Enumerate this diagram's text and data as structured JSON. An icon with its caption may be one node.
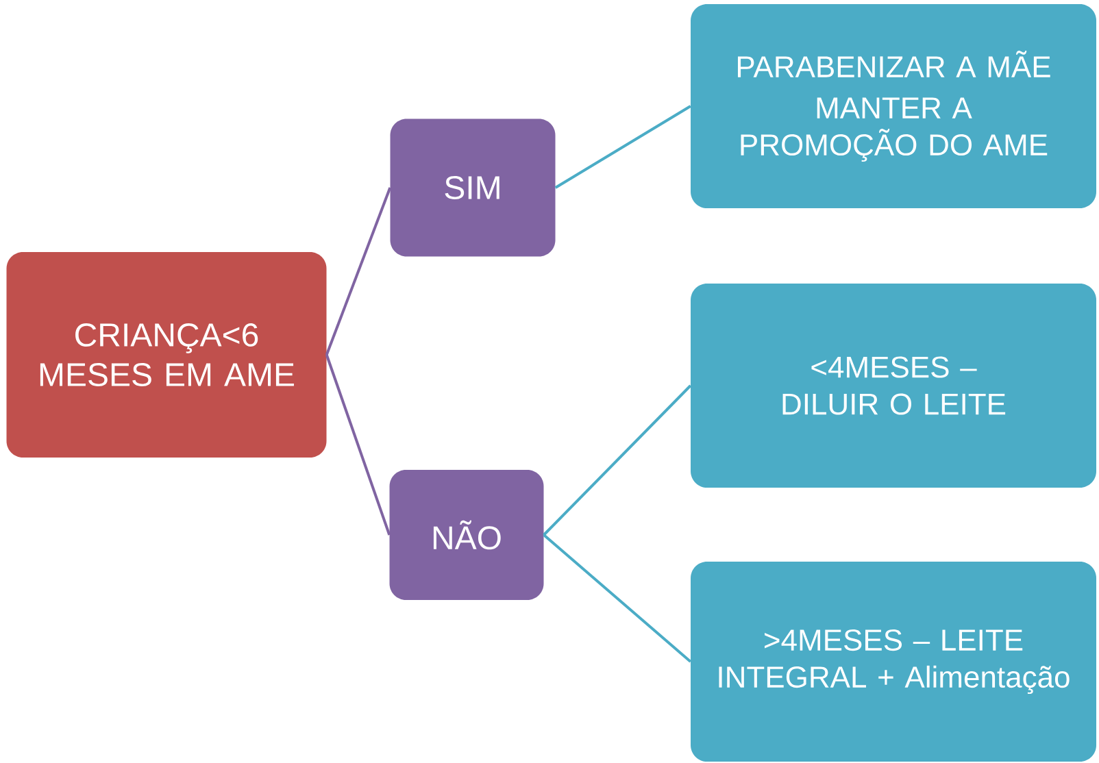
{
  "diagram": {
    "nodes": [
      {
        "text": [
          "CRIANÇA<6 MESES EM AME"
        ]
      },
      {
        "text": [
          "SIM"
        ]
      },
      {
        "text": [
          "NÃO"
        ]
      },
      {
        "text": [
          "PARABENIZAR A MÃE",
          "MANTER A PROMOÇÃO DO AME"
        ]
      },
      {
        "text": [
          "<4MESES – DILUIR O LEITE"
        ]
      },
      {
        "text": [
          ">4MESES – LEITE INTEGRAL + Alimentação"
        ]
      }
    ],
    "edges": [
      {
        "from": 0,
        "to": 1,
        "arrow": "none",
        "color": "#8064a2"
      },
      {
        "from": 0,
        "to": 2,
        "arrow": "none",
        "color": "#8064a2"
      },
      {
        "from": 1,
        "to": 3,
        "arrow": "none"
      },
      {
        "from": 2,
        "to": 4,
        "arrow": "none"
      },
      {
        "from": 2,
        "to": 5,
        "arrow": "none"
      }
    ]
  }
}
